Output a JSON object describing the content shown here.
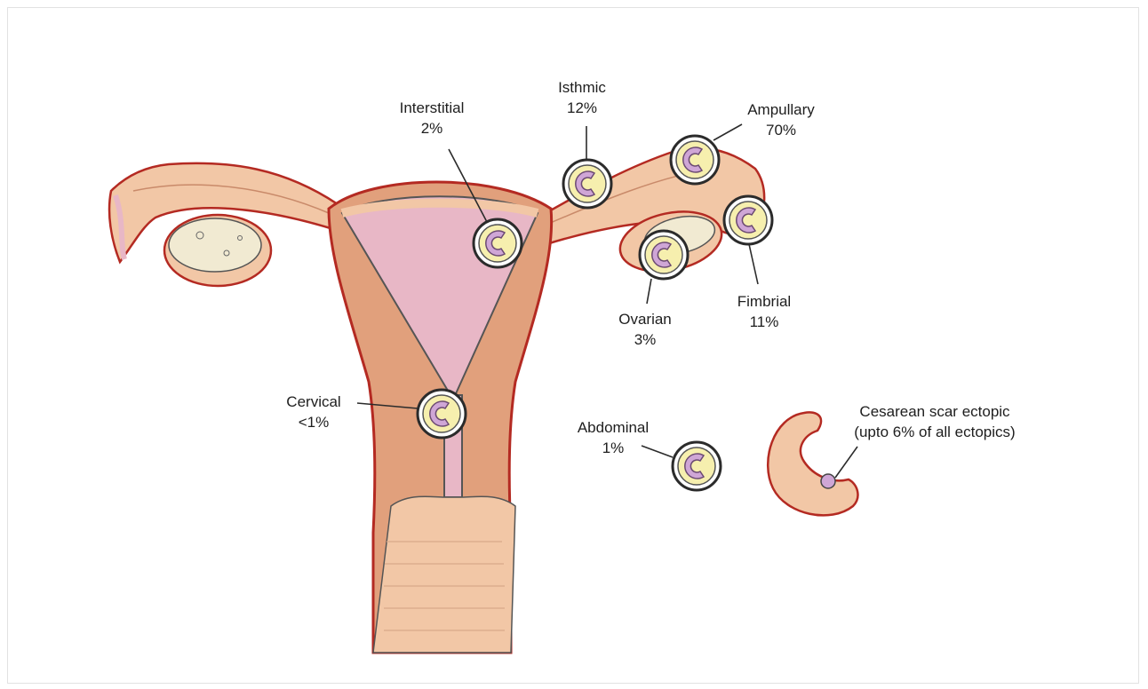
{
  "colors": {
    "tissue": "#f2c7a6",
    "muscle": "#e1a07c",
    "outline": "#b42a22",
    "lining": "#e8b7c6",
    "sac_yolk": "#f6efae",
    "sac_embryo": "#cfa6d6",
    "sac_ring": "#2b2b2b"
  },
  "labels": {
    "interstitial": {
      "name": "Interstitial",
      "pct": "2%"
    },
    "isthmic": {
      "name": "Isthmic",
      "pct": "12%"
    },
    "ampullary": {
      "name": "Ampullary",
      "pct": "70%"
    },
    "fimbrial": {
      "name": "Fimbrial",
      "pct": "11%"
    },
    "ovarian": {
      "name": "Ovarian",
      "pct": "3%"
    },
    "cervical": {
      "name": "Cervical",
      "pct": "<1%"
    },
    "abdominal": {
      "name": "Abdominal",
      "pct": "1%"
    },
    "cesarean": {
      "name": "Cesarean scar ectopic",
      "pct": "(upto 6% of all ectopics)"
    }
  }
}
